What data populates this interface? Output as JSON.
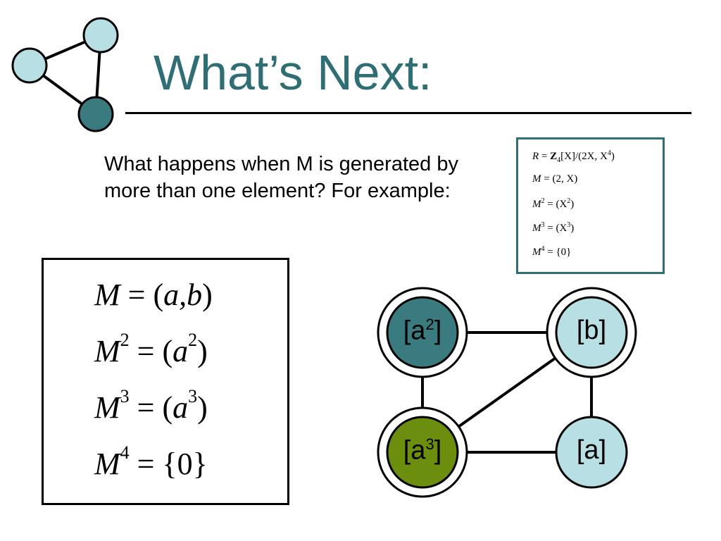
{
  "title": "What’s Next:",
  "intro_text": "What happens when M is generated by more than one element?  For example:",
  "example_box": {
    "line1": {
      "R": "R",
      "eq": "=",
      "Z": "Z",
      "Zsub": "4",
      "rest": "[X]/(2X, X",
      "exp": "4",
      "close": ")"
    },
    "line2": {
      "M": "M",
      "rest": " = (2, X)"
    },
    "line3": {
      "M": "M",
      "exp": "2",
      "rest": " = (X",
      "exp2": "2",
      "close": ")"
    },
    "line4": {
      "M": "M",
      "exp": "3",
      "rest": " = (X",
      "exp2": "3",
      "close": ")"
    },
    "line5": {
      "M": "M",
      "exp": "4",
      "rest": " = {0}"
    }
  },
  "powers_box": {
    "eq1": {
      "M": "M",
      "rest": " = (",
      "vars": "a,b",
      "close": ")"
    },
    "eq2": {
      "M": "M",
      "exp": "2",
      "rest": " = (",
      "var": "a",
      "vexp": "2",
      "close": ")"
    },
    "eq3": {
      "M": "M",
      "exp": "3",
      "rest": " = (",
      "var": "a",
      "vexp": "3",
      "close": ")"
    },
    "eq4": {
      "M": "M",
      "exp": "4",
      "rest": " = {0}"
    }
  },
  "graph": {
    "nodes": [
      {
        "id": "a2",
        "base": "[a",
        "exp": "2",
        "close": "]",
        "color": "#3a7b80"
      },
      {
        "id": "b",
        "base": "[b]",
        "exp": "",
        "close": "",
        "color": "#b8dfe3"
      },
      {
        "id": "a3",
        "base": "[a",
        "exp": "3",
        "close": "]",
        "color": "#6b8e0f"
      },
      {
        "id": "a",
        "base": "[a]",
        "exp": "",
        "close": "",
        "color": "#b8dfe3"
      }
    ]
  },
  "colors": {
    "accent": "#2e6e74",
    "dark_node": "#3a7b80",
    "light_node": "#b8dfe3",
    "green_node": "#6b8e0f"
  }
}
